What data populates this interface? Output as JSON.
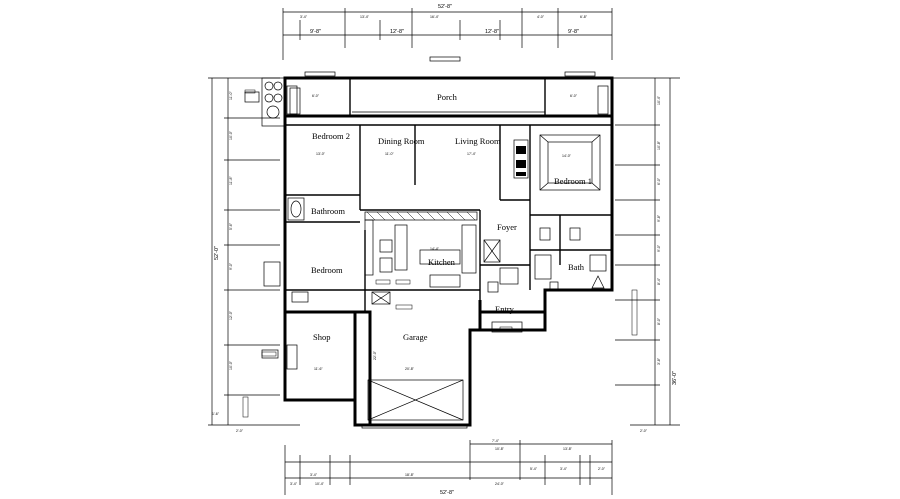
{
  "rooms": [
    {
      "id": "porch",
      "label": "Porch"
    },
    {
      "id": "bedroom2",
      "label": "Bedroom 2",
      "size": "13'-0\""
    },
    {
      "id": "dining",
      "label": "Dining Room",
      "size": "11'-0\""
    },
    {
      "id": "living",
      "label": "Living Room",
      "size": "17'-4\""
    },
    {
      "id": "bedroom1",
      "label": "Bedroom 1"
    },
    {
      "id": "bathroom",
      "label": "Bathroom"
    },
    {
      "id": "bedroom3",
      "label": "Bedroom"
    },
    {
      "id": "kitchen",
      "label": "Kitchen",
      "size": "14'-4\""
    },
    {
      "id": "foyer",
      "label": "Foyer"
    },
    {
      "id": "bath",
      "label": "Bath"
    },
    {
      "id": "entry",
      "label": "Entry"
    },
    {
      "id": "shop",
      "label": "Shop",
      "size": "11'-6\""
    },
    {
      "id": "garage",
      "label": "Garage",
      "size": "20'-8\"",
      "depth": "22'-0\""
    }
  ],
  "dimensions": {
    "top_overall": "52'-8\"",
    "top_segments": [
      "9'-8\"",
      "12'-8\"",
      "12'-8\"",
      "9'-8\""
    ],
    "bottom_overall": "52'-8\"",
    "bottom_segments": [
      "3'-4\"",
      "18'-8\"",
      "7'-4\"",
      "13'-8\""
    ],
    "left_overall": "52'-0\"",
    "right_overall": "36'-0\""
  }
}
